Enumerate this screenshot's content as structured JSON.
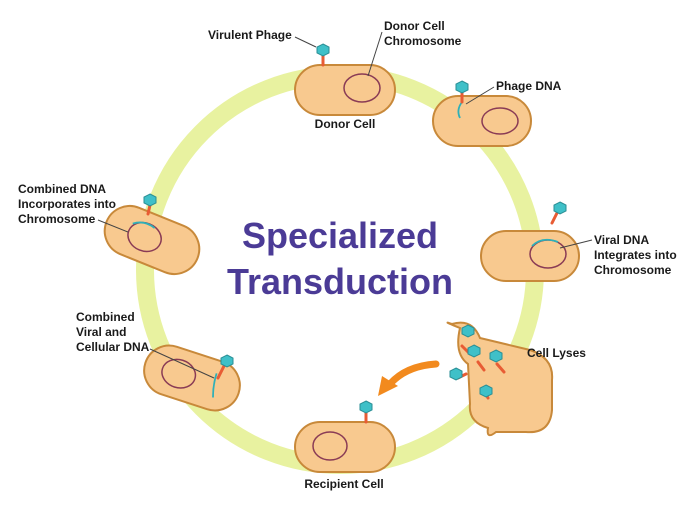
{
  "title": {
    "line1": "Specialized",
    "line2": "Transduction"
  },
  "labels": {
    "virulent_phage": "Virulent Phage",
    "donor_cell_chromosome_1": "Donor Cell",
    "donor_cell_chromosome_2": "Chromosome",
    "donor_cell": "Donor Cell",
    "phage_dna": "Phage DNA",
    "viral_dna_1": "Viral DNA",
    "viral_dna_2": "Integrates into",
    "viral_dna_3": "Chromosome",
    "cell_lyses": "Cell Lyses",
    "recipient_cell": "Recipient Cell",
    "combined_viral_1": "Combined",
    "combined_viral_2": "Viral and",
    "combined_viral_3": "Cellular DNA",
    "combined_dna_1": "Combined DNA",
    "combined_dna_2": "Incorporates into",
    "combined_dna_3": "Chromosome"
  },
  "colors": {
    "ring": "#e8f2a0",
    "cell_fill": "#f8c98f",
    "title": "#4b3b96",
    "arrow": "#f28a1e",
    "phage_head": "#3fc0c8",
    "phage_tail": "#e85c34"
  }
}
